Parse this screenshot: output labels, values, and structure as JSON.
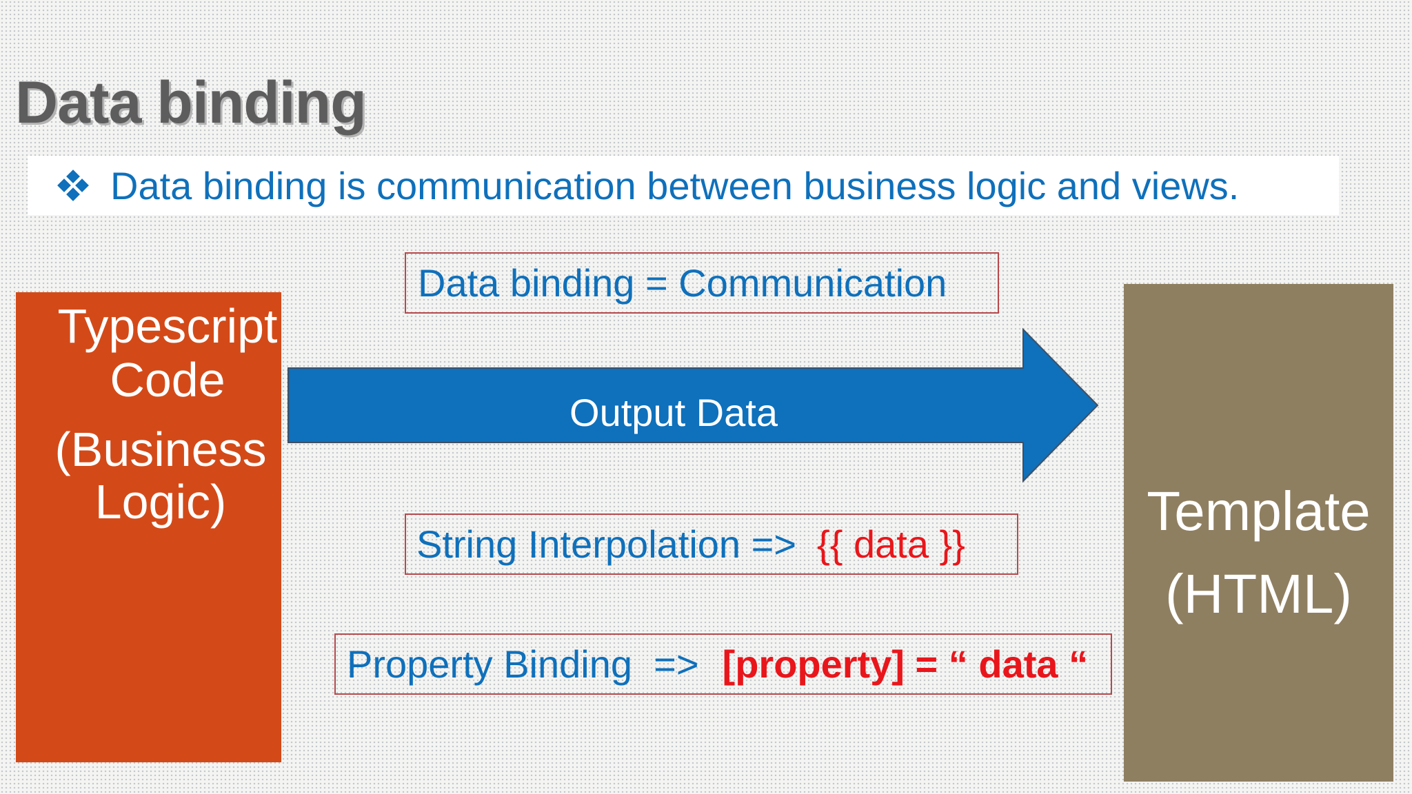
{
  "slide": {
    "title": "Data binding",
    "bullet": "Data binding is communication between business logic and views."
  },
  "diagram": {
    "left_box": {
      "title": "Typescript\nCode",
      "subtitle": "(Business\nLogic)",
      "color": "#d34a18"
    },
    "right_box": {
      "text": "Template\n(HTML)",
      "color": "#8f7f61"
    },
    "arrow": {
      "label": "Output Data",
      "color": "#0f70bb"
    },
    "labels": {
      "communication": "Data binding = Communication",
      "interpolation": {
        "text": "String Interpolation =>",
        "code": "{{ data }}"
      },
      "property": {
        "text": "Property Binding  =>",
        "code": "[property] = “ data “"
      }
    }
  },
  "colors": {
    "accent_blue": "#0f70bb",
    "code_red": "#e8161b",
    "label_border": "#b5484c"
  }
}
